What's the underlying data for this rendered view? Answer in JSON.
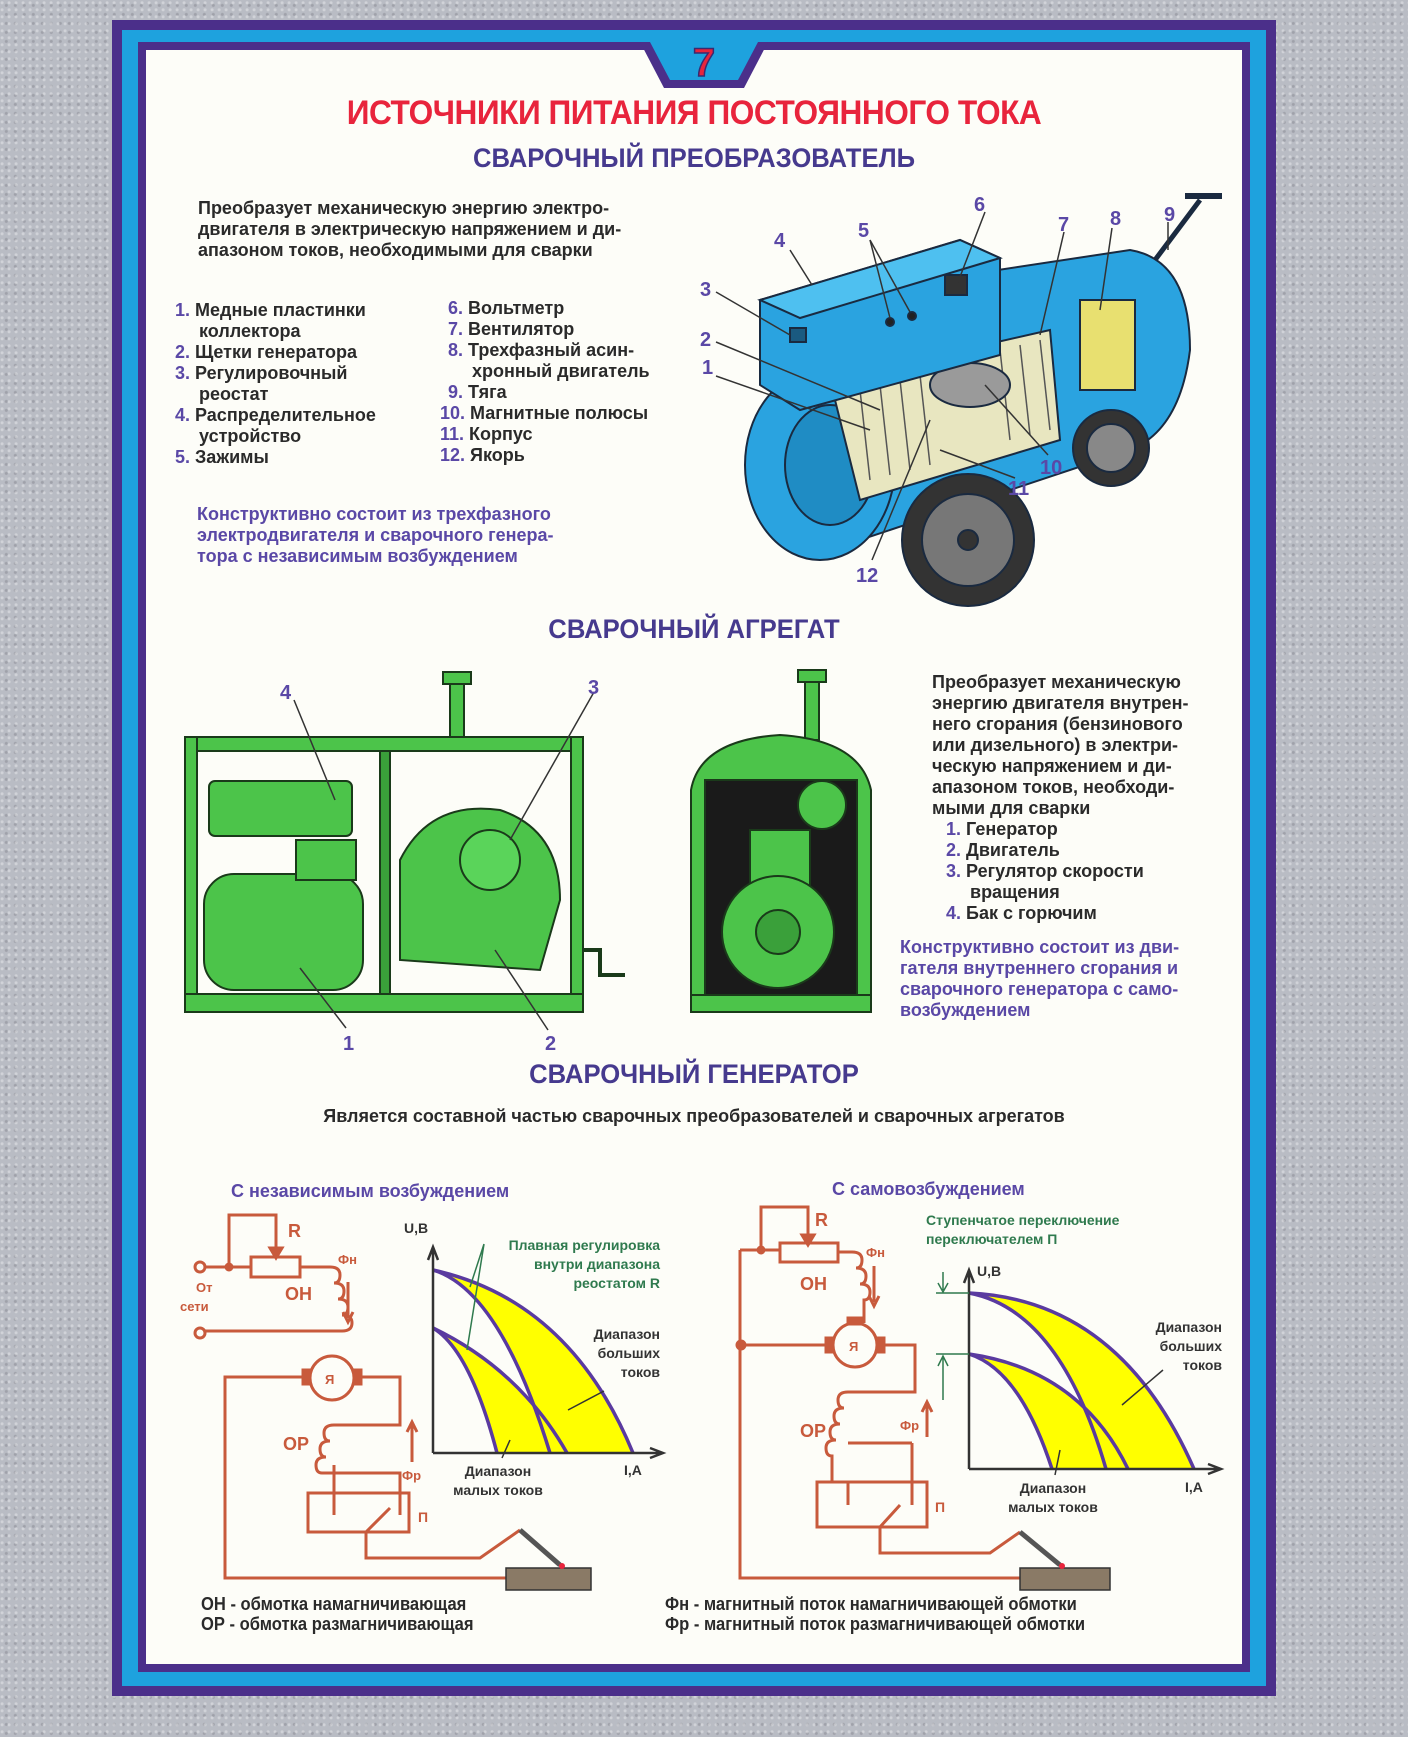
{
  "poster": {
    "number": "7",
    "title": "ИСТОЧНИКИ ПИТАНИЯ ПОСТОЯННОГО ТОКА"
  },
  "converter": {
    "heading": "СВАРОЧНЫЙ ПРЕОБРАЗОВАТЕЛЬ",
    "description": [
      "Преобразует механическую энергию электро-",
      "двигателя в электрическую напряжением и ди-",
      "апазоном токов, необходимыми  для сварки"
    ],
    "parts_left": [
      {
        "n": "1.",
        "lines": [
          "Медные пластинки",
          "коллектора"
        ]
      },
      {
        "n": "2.",
        "lines": [
          "Щетки генератора"
        ]
      },
      {
        "n": "3.",
        "lines": [
          "Регулировочный",
          "реостат"
        ]
      },
      {
        "n": "4.",
        "lines": [
          "Распределительное",
          "устройство"
        ]
      },
      {
        "n": "5.",
        "lines": [
          "Зажимы"
        ]
      }
    ],
    "parts_right": [
      {
        "n": "6.",
        "lines": [
          "Вольтметр"
        ]
      },
      {
        "n": "7.",
        "lines": [
          "Вентилятор"
        ]
      },
      {
        "n": "8.",
        "lines": [
          "Трехфазный асин-",
          "хронный двигатель"
        ]
      },
      {
        "n": "9.",
        "lines": [
          "Тяга"
        ]
      },
      {
        "n": "10.",
        "lines": [
          "Магнитные полюсы"
        ]
      },
      {
        "n": "11.",
        "lines": [
          "Корпус"
        ]
      },
      {
        "n": "12.",
        "lines": [
          "Якорь"
        ]
      }
    ],
    "construction": [
      "Конструктивно состоит из трехфазного",
      "электродвигателя и сварочного генера-",
      "тора с независимым возбуждением"
    ],
    "callouts": [
      "1",
      "2",
      "3",
      "4",
      "5",
      "6",
      "7",
      "8",
      "9",
      "10",
      "11",
      "12"
    ]
  },
  "aggregate": {
    "heading": "СВАРОЧНЫЙ АГРЕГАТ",
    "description": [
      "Преобразует механическую",
      "энергию двигателя внутрен-",
      "него сгорания (бензинового",
      "или дизельного)  в электри-",
      "ческую напряжением и ди-",
      "апазоном токов, необходи-",
      "мыми для сварки"
    ],
    "parts": [
      {
        "n": "1.",
        "lines": [
          "Генератор"
        ]
      },
      {
        "n": "2.",
        "lines": [
          "Двигатель"
        ]
      },
      {
        "n": "3.",
        "lines": [
          "Регулятор скорости",
          "вращения"
        ]
      },
      {
        "n": "4.",
        "lines": [
          "Бак с горючим"
        ]
      }
    ],
    "construction": [
      "Конструктивно состоит из дви-",
      "гателя внутреннего сгорания и",
      "сварочного генератора с само-",
      "возбуждением"
    ],
    "callouts": [
      "1",
      "2",
      "3",
      "4"
    ]
  },
  "generator": {
    "heading": "СВАРОЧНЫЙ ГЕНЕРАТОР",
    "subtitle": "Является составной частью сварочных преобразователей и сварочных агрегатов",
    "independent": {
      "title": "С независимым возбуждением",
      "R": "R",
      "ON": "ОН",
      "OR": "ОР",
      "Fn": "Фн",
      "Fr": "Фр",
      "armature": "Я",
      "switch": "П",
      "from_net": [
        "От",
        "сети"
      ],
      "y_axis": "U,В",
      "x_axis": "I,A",
      "note": [
        "Плавная регулировка",
        "внутри диапазона",
        "реостатом R"
      ],
      "high_range": [
        "Диапазон",
        "больших",
        "токов"
      ],
      "low_range": [
        "Диапазон",
        "малых токов"
      ]
    },
    "self": {
      "title": "С самовозбуждением",
      "R": "R",
      "ON": "ОН",
      "OR": "ОР",
      "Fn": "Фн",
      "Fr": "Фр",
      "armature": "Я",
      "switch": "П",
      "y_axis": "U,В",
      "x_axis": "I,A",
      "note": [
        "Ступенчатое переключение",
        "переключателем П"
      ],
      "high_range": [
        "Диапазон",
        "больших",
        "токов"
      ],
      "low_range": [
        "Диапазон",
        "малых токов"
      ]
    },
    "legend_left": [
      "ОН - обмотка намагничивающая",
      "ОР - обмотка размагничивающая"
    ],
    "legend_right": [
      "Фн - магнитный поток намагничивающей обмотки",
      "Фр - магнитный поток размагничивающей обмотки"
    ]
  },
  "colors": {
    "title_red": "#e8243c",
    "heading_purple": "#463a8e",
    "frame_blue": "#1ea2de",
    "circuit": "#c85a3c",
    "range_yellow": "#ffff00",
    "machine_blue": "#2aa3e0",
    "machine_green": "#4cc44a"
  }
}
